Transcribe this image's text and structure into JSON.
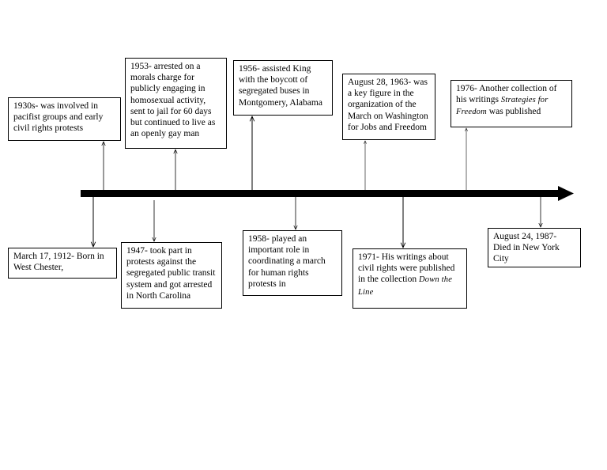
{
  "timeline": {
    "events_above": [
      {
        "id": "1930s",
        "text": "1930s- was involved in pacifist groups and early civil rights protests"
      },
      {
        "id": "1953",
        "text": "1953- arrested on a morals charge for publicly engaging in homosexual activity, sent to jail for 60 days but continued to live as an openly gay man"
      },
      {
        "id": "1956",
        "text": "1956- assisted King with the boycott of segregated buses in Montgomery, Alabama"
      },
      {
        "id": "1963",
        "text": "August 28, 1963- was a key figure in the organization of the March on Washington for Jobs and Freedom"
      },
      {
        "id": "1976",
        "text_before": "1976- Another collection of his writings ",
        "title": "Strategies for Freedom",
        "text_after": " was published"
      }
    ],
    "events_below": [
      {
        "id": "1912",
        "text": "March 17, 1912- Born  in West Chester,"
      },
      {
        "id": "1947",
        "text": "1947- took part in protests against the segregated public transit system and got arrested in North Carolina"
      },
      {
        "id": "1958",
        "text": "1958- played an important role in coordinating a march for human rights protests  in"
      },
      {
        "id": "1971",
        "text_before": "1971- His writings about civil rights were published in the collection ",
        "title": "Down the Line",
        "text_after": ""
      },
      {
        "id": "1987",
        "text": "August 24, 1987- Died in New York City"
      }
    ]
  }
}
